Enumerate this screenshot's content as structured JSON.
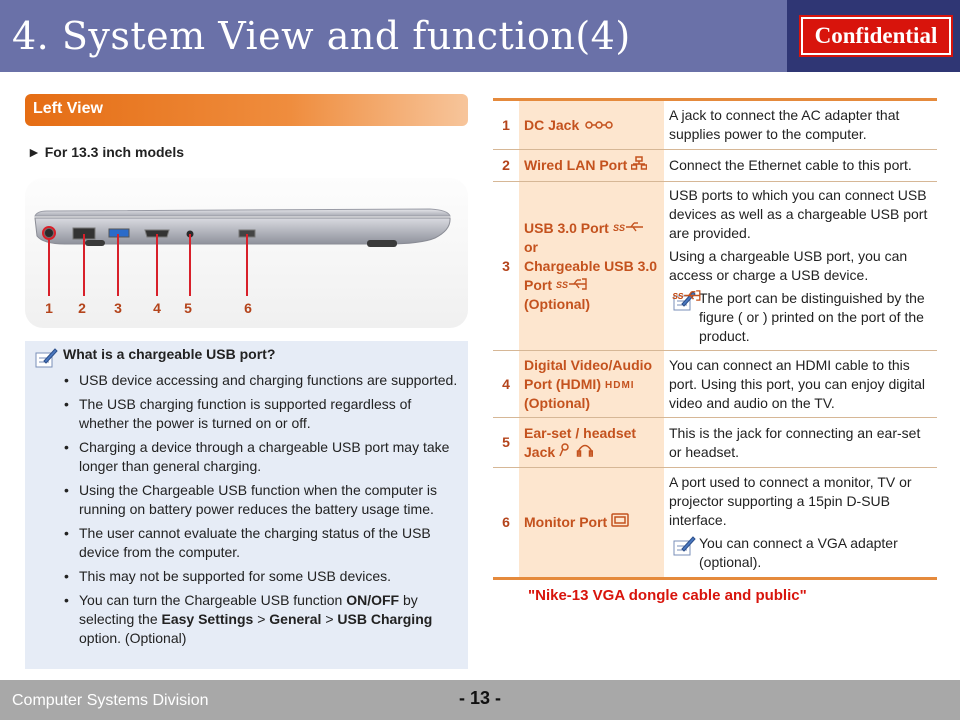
{
  "header": {
    "title": "4. System View and function(4)",
    "badge": "Confidential"
  },
  "left_view": {
    "title": "Left View",
    "models": "► For 13.3 inch models",
    "callouts": [
      "1",
      "2",
      "3",
      "4",
      "5",
      "6"
    ]
  },
  "note": {
    "heading": "What is a chargeable USB port?",
    "items": [
      "USB device accessing and charging functions are supported.",
      "The USB charging function is supported regardless of whether the power is turned on or off.",
      "Charging a device through a chargeable USB port may take longer than general charging.",
      "Using the Chargeable USB function when the computer is running on battery power reduces the battery usage time.",
      "The user cannot evaluate the charging status of the USB device from the computer.",
      "This may not be supported for some USB devices."
    ],
    "last_item": {
      "t1": "You can turn the Chargeable USB function ",
      "b1": "ON/OFF",
      "t2": " by selecting the ",
      "b2": "Easy Settings",
      "t3": " > ",
      "b3": "General",
      "t4": " > ",
      "b4": "USB Charging",
      "t5": " option. (Optional)"
    }
  },
  "table": [
    {
      "num": "1",
      "name": "DC Jack",
      "icon": "dc-jack-icon",
      "desc": "A jack to connect the AC adapter that supplies power to the computer."
    },
    {
      "num": "2",
      "name": "Wired LAN Port",
      "icon": "lan-icon",
      "desc": "Connect the Ethernet cable to this port."
    },
    {
      "num": "3",
      "name_lines": [
        "USB 3.0 Port",
        "or",
        "Chargeable USB 3.0",
        "Port",
        "(Optional)"
      ],
      "desc": "USB ports to which you can connect USB devices as well as a chargeable USB port are provided.",
      "desc2": "Using a chargeable USB port, you can access or charge a USB device.",
      "tip_a": "The port can be distinguished by the figure (",
      "tip_or": " or ",
      "tip_b": ") printed on the port of the product."
    },
    {
      "num": "4",
      "name_lines": [
        "Digital Video/Audio",
        "Port (HDMI)",
        "(Optional)"
      ],
      "icon": "hdmi-icon",
      "desc": "You can connect an HDMI cable to this port. Using this port, you can enjoy digital video and audio on the TV."
    },
    {
      "num": "5",
      "name_lines": [
        "Ear-set / headset",
        "Jack"
      ],
      "icon": "headset-icon",
      "desc": "This is the jack for connecting an ear-set or headset."
    },
    {
      "num": "6",
      "name": "Monitor Port",
      "icon": "monitor-port-icon",
      "desc": "A port used to connect a monitor, TV or projector supporting a 15pin D-SUB interface.",
      "tip": "You can connect a VGA adapter (optional)."
    }
  ],
  "footnote": "\"Nike-13 VGA dongle cable and public\"",
  "footer": {
    "division": "Computer Systems  Division",
    "page": "- 13 -"
  },
  "colors": {
    "header": "#6a71a8",
    "header_dark": "#2f3674",
    "accent": "#e56d14",
    "badge": "#d8140c",
    "footer": "#a8a8a8"
  }
}
